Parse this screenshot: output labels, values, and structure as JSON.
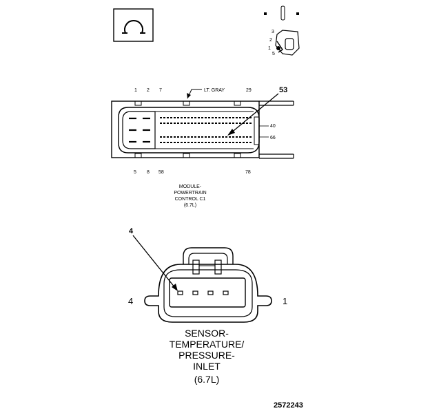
{
  "pcm_connector": {
    "top_pin_numbers": [
      "1",
      "2",
      "7",
      "29"
    ],
    "color_label": "LT. GRAY",
    "callout_pin": "53",
    "side_pin_numbers": [
      "40",
      "66"
    ],
    "bottom_pin_numbers": [
      "5",
      "8",
      "58",
      "78"
    ],
    "caption_lines": [
      "MODULE-",
      "POWERTRAIN",
      "CONTROL C1",
      "(6.7L)"
    ]
  },
  "sensor_connector": {
    "callout_pin": "4",
    "left_pin_label": "4",
    "right_pin_label": "1",
    "caption_lines": [
      "SENSOR-",
      "TEMPERATURE/",
      "PRESSURE-",
      "INLET",
      "(6.7L)"
    ]
  },
  "figure_number": "2572243"
}
